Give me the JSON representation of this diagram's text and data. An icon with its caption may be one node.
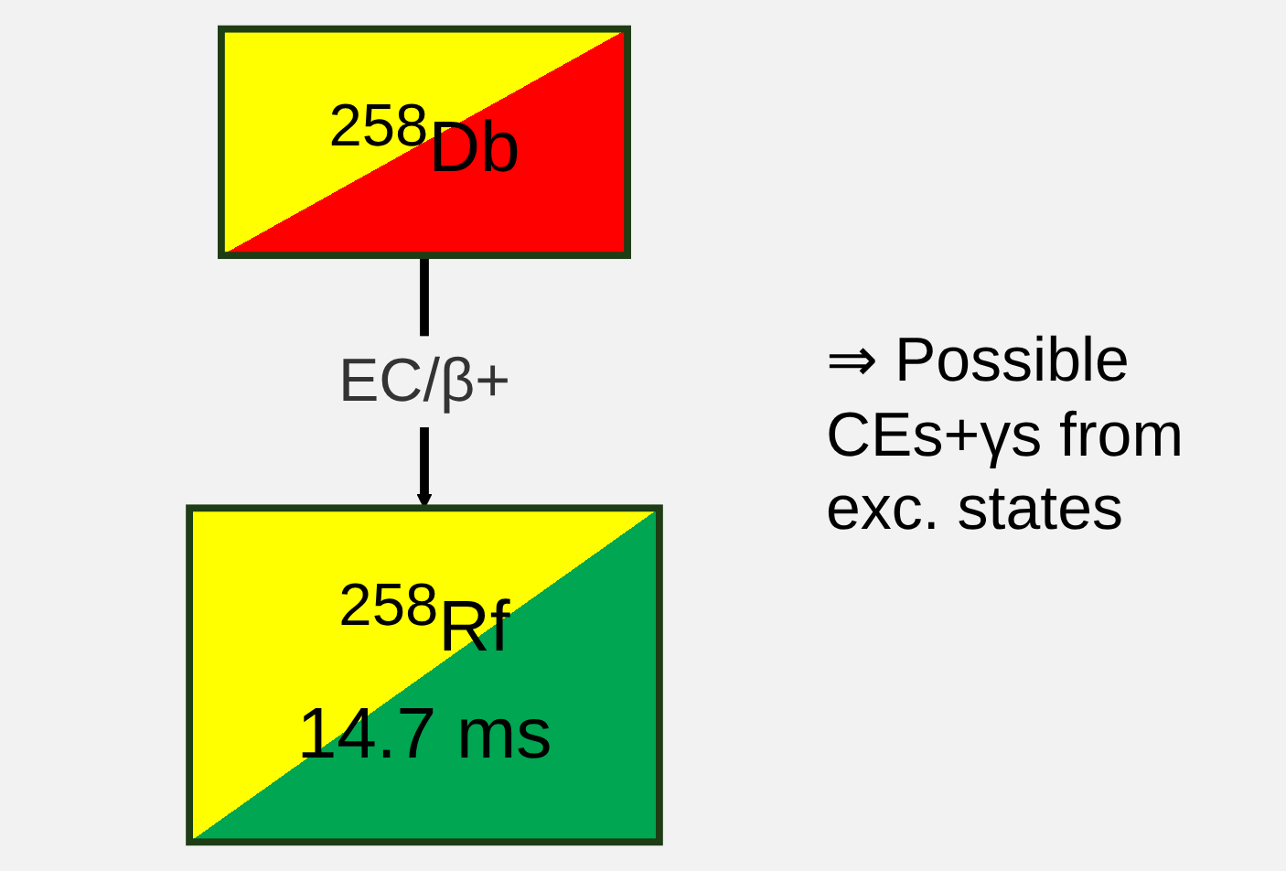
{
  "diagram": {
    "nodes": [
      {
        "text": [
          "$^{258}$Db"
        ]
      },
      {
        "text": [
          "$^{258}$Rf",
          "14.7 ms"
        ]
      }
    ],
    "edges": [
      {
        "from": 0,
        "to": 1,
        "arrow": "to",
        "label": "EC/β+"
      }
    ],
    "labels": [
      "⇒ Possible CEs+γs from exc. states"
    ]
  }
}
